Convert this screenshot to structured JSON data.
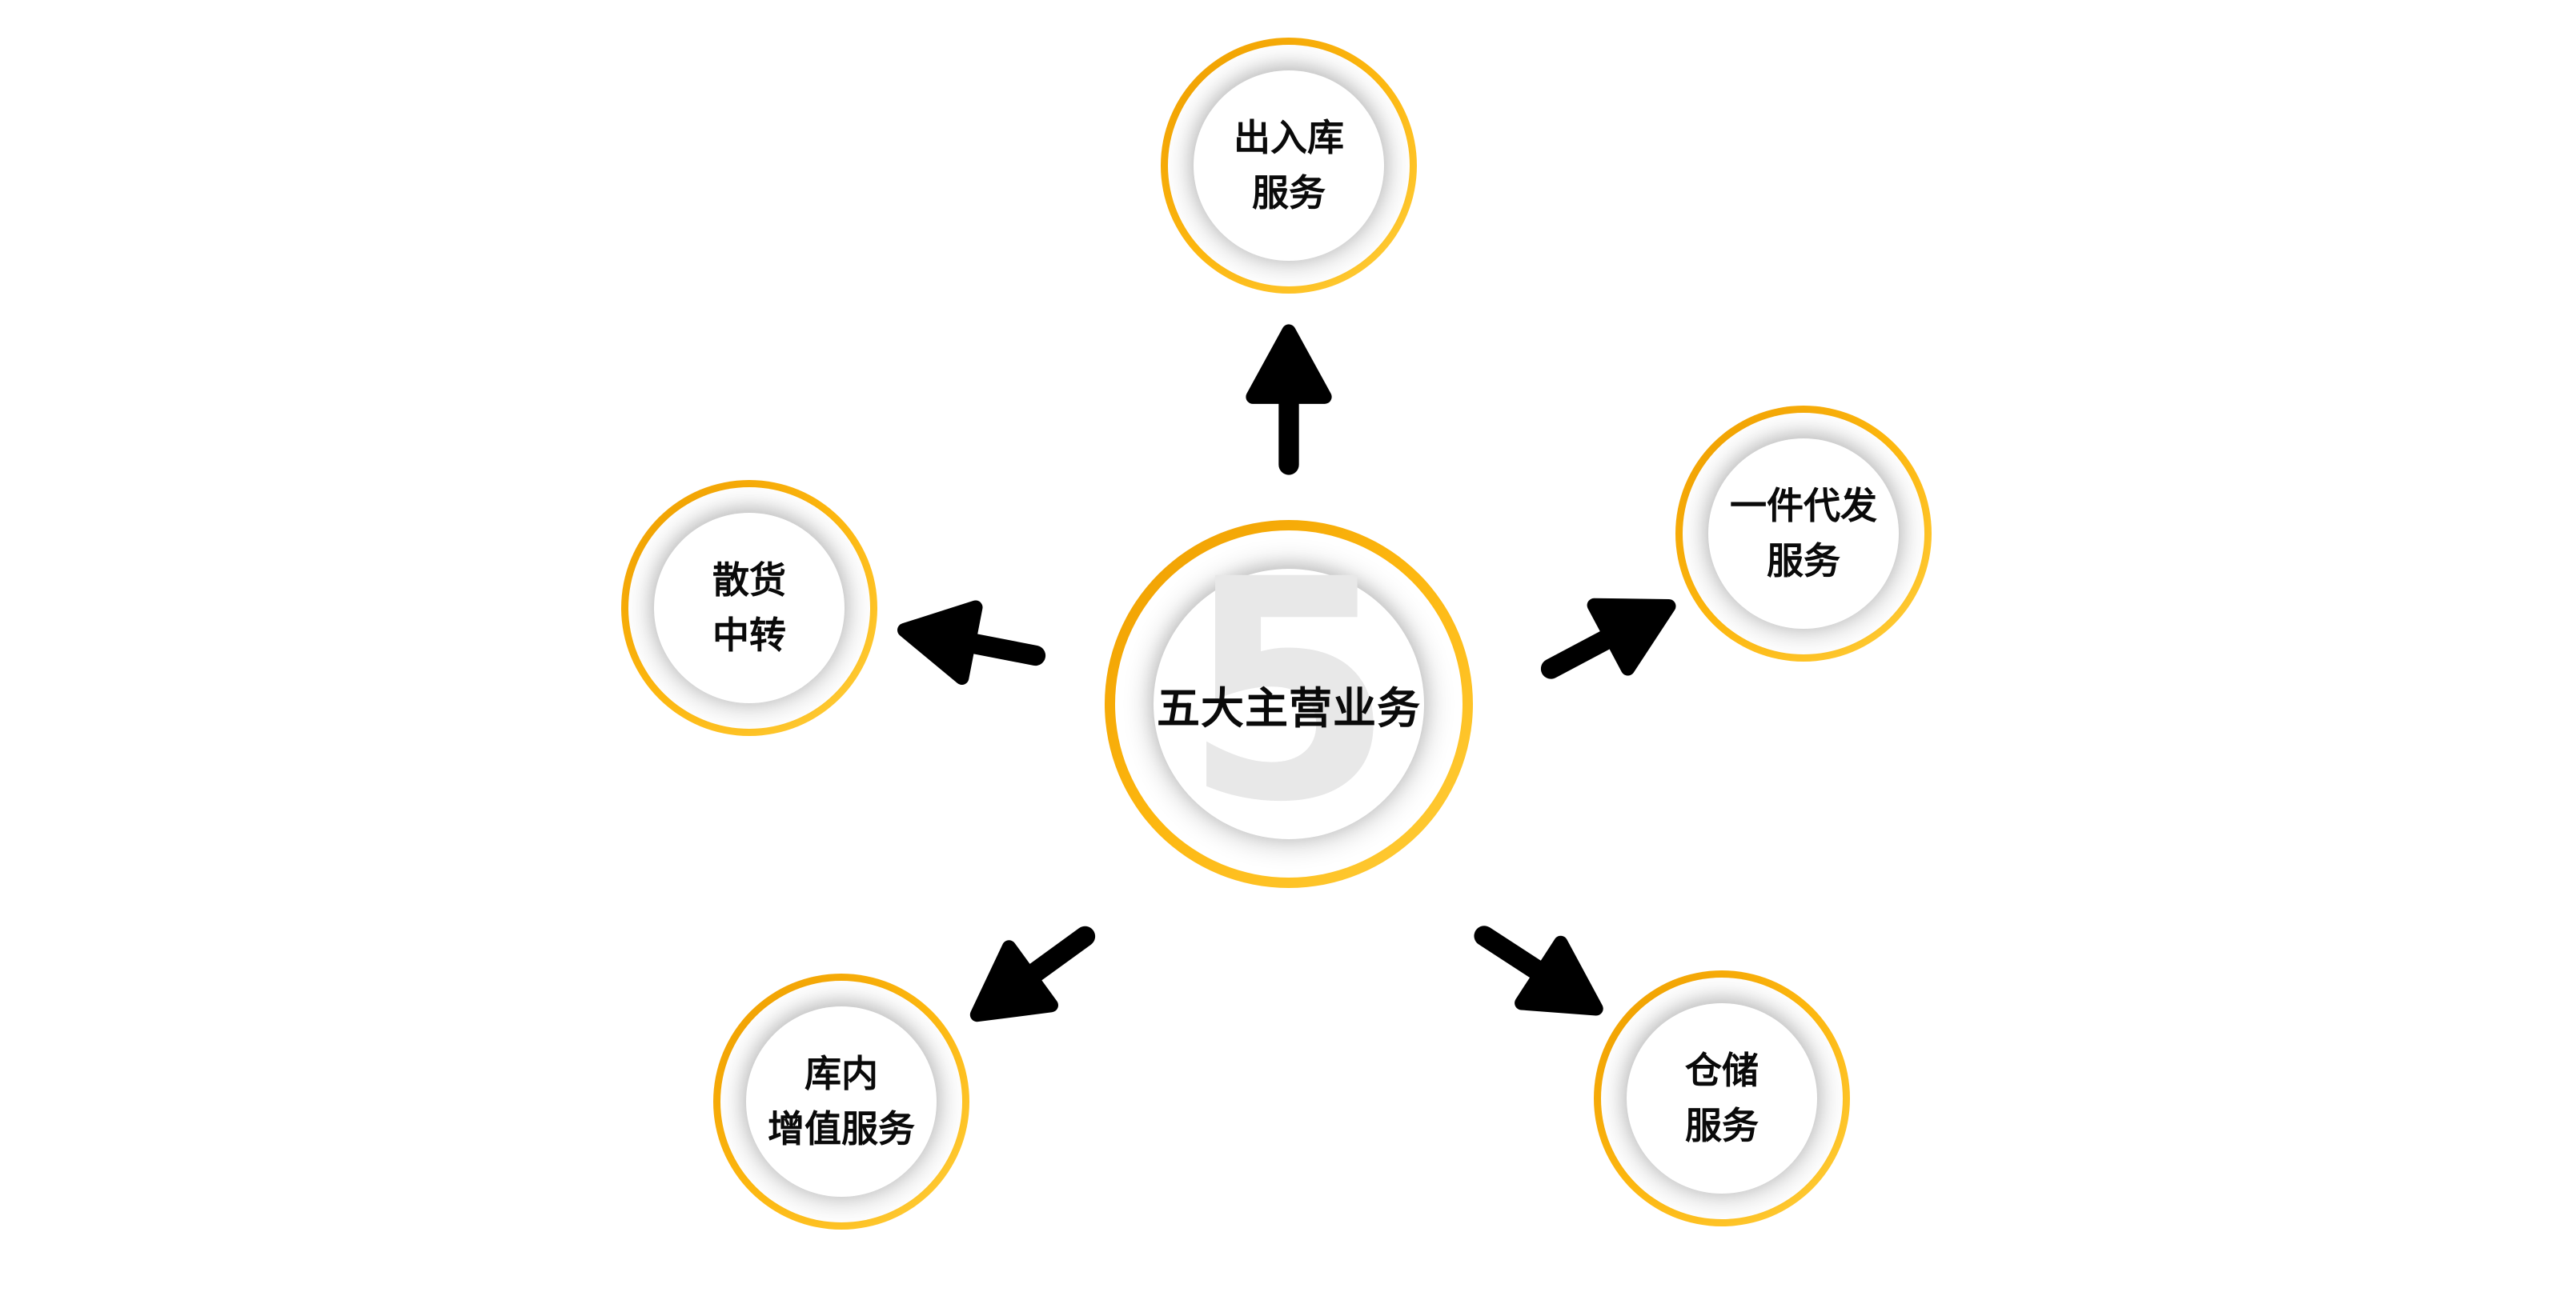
{
  "diagram": {
    "center": {
      "watermark": "5",
      "label": "五大主营业务"
    },
    "nodes": [
      {
        "id": "inbound-outbound-service",
        "position": "top",
        "line1": "出入库",
        "line2": "服务"
      },
      {
        "id": "dropship-service",
        "position": "upper-right",
        "line1": "一件代发",
        "line2": "服务"
      },
      {
        "id": "warehouse-service",
        "position": "lower-right",
        "line1": "仓储",
        "line2": "服务"
      },
      {
        "id": "value-added-service",
        "position": "lower-left",
        "line1": "库内",
        "line2": "增值服务"
      },
      {
        "id": "bulk-transfer",
        "position": "upper-left",
        "line1": "散货",
        "line2": "中转"
      }
    ],
    "colors": {
      "ring_gradient_start": "#EE9D00",
      "ring_gradient_mid": "#FDB70F",
      "ring_gradient_end": "#FFCE3C",
      "arrow": "#000000",
      "watermark_gray": "#E8E8E8",
      "label_text": "#0A0A0A",
      "background": "#FFFFFF"
    }
  }
}
